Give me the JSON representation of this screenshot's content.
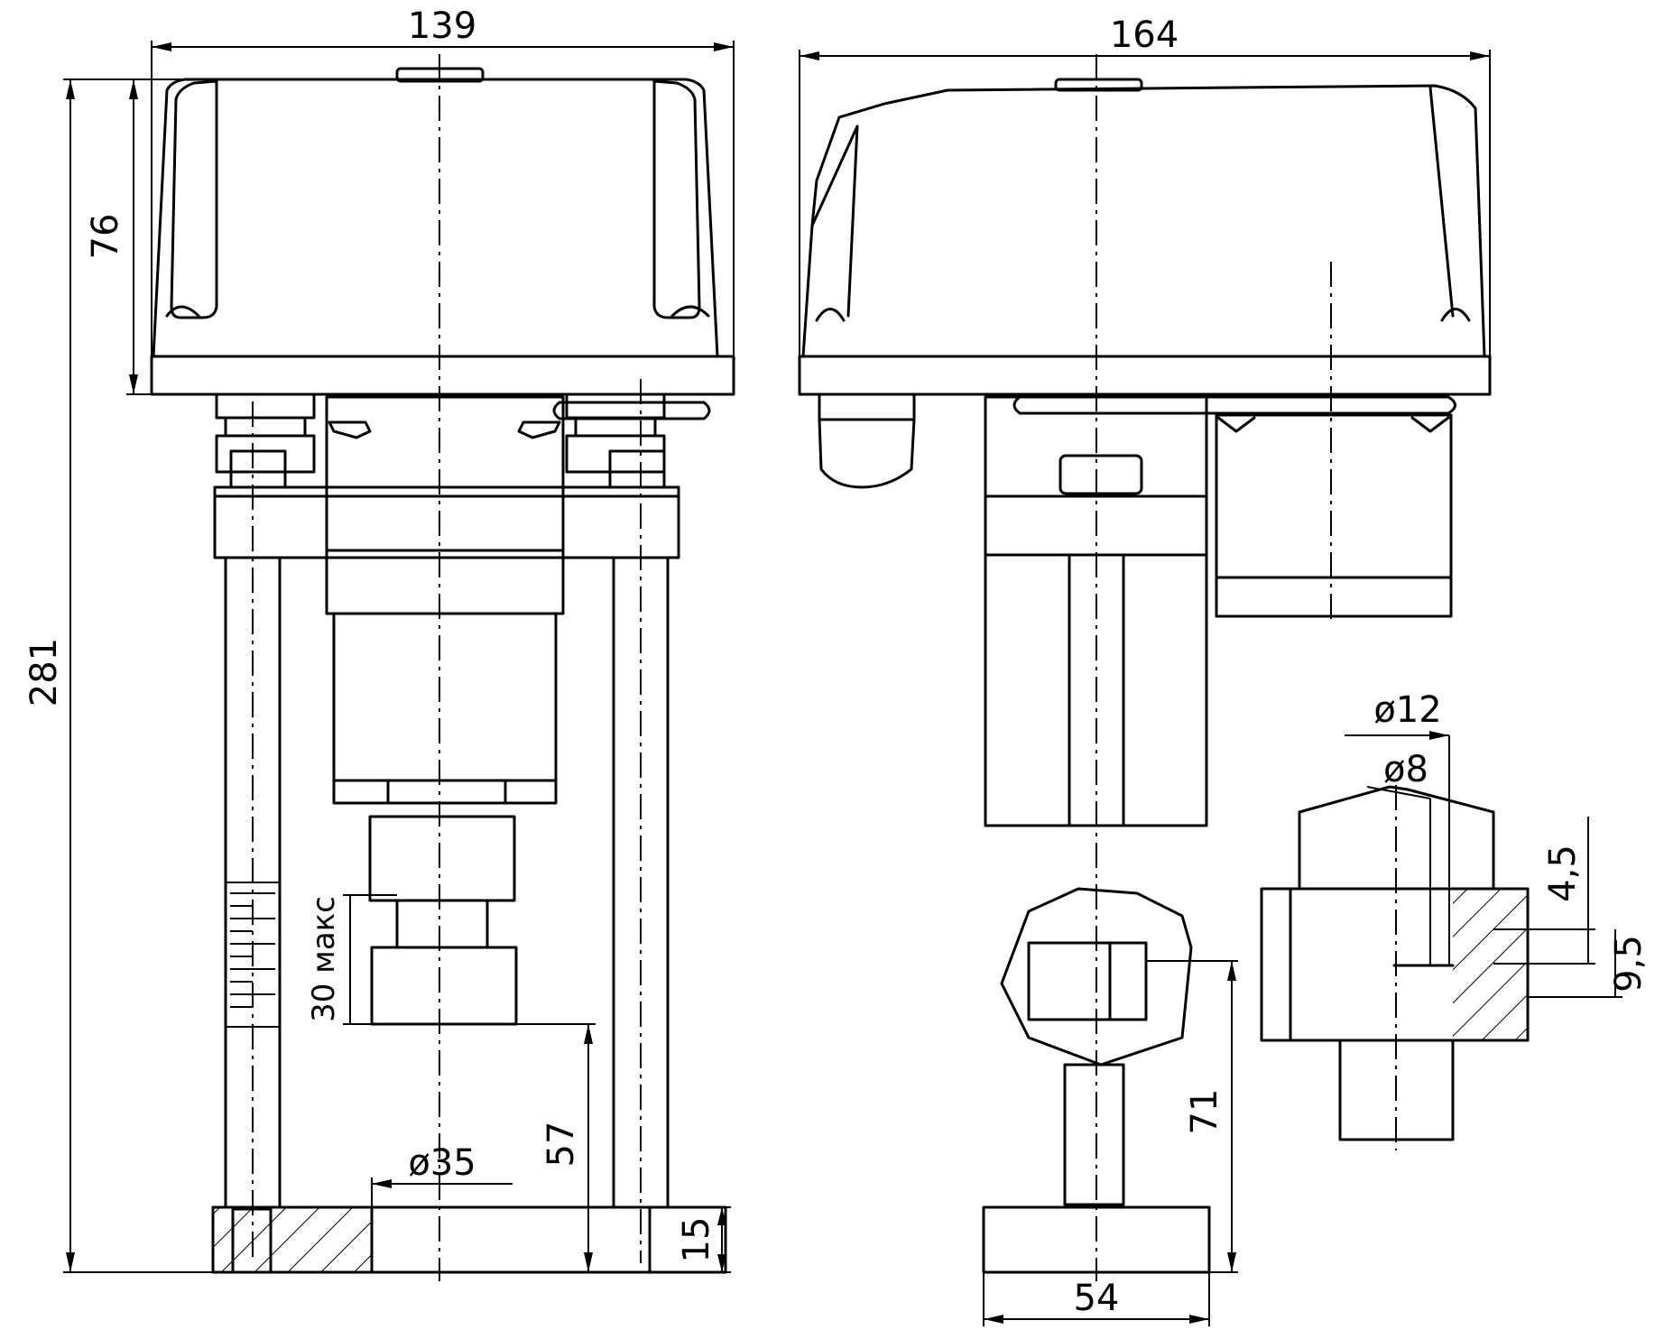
{
  "dimensions": {
    "left_width": "139",
    "right_width": "164",
    "cover_height": "76",
    "total_height": "281",
    "stroke": "30 макс",
    "stem_height_left": "57",
    "coupling_diameter": "ø35",
    "base_thickness": "15",
    "stem_height_right": "71",
    "base_width": "54",
    "outer_diameter": "ø12",
    "inner_diameter": "ø8",
    "small_height": "4,5",
    "large_height": "9,5"
  }
}
